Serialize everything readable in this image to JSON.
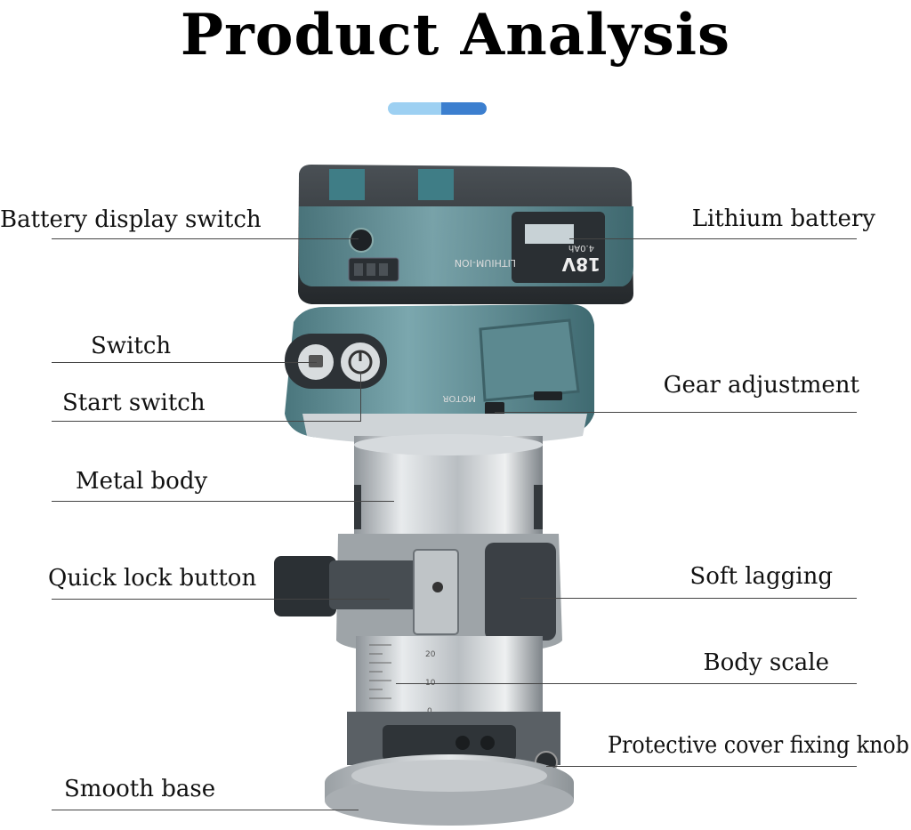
{
  "title": "Product Analysis",
  "colors": {
    "accent_light": "#9dd0f2",
    "accent_dark": "#3c7fcf",
    "body_teal": "#5f8e96",
    "battery_dark": "#2f3438",
    "metal": "#c9cdd0"
  },
  "labels": {
    "battery_display_switch": "Battery display switch",
    "switch": "Switch",
    "start_switch": "Start switch",
    "metal_body": "Metal body",
    "quick_lock_button": "Quick lock button",
    "smooth_base": "Smooth base",
    "lithium_battery": "Lithium battery",
    "gear_adjustment": "Gear adjustment",
    "soft_lagging": "Soft lagging",
    "body_scale": "Body scale",
    "protective_cover_fixing_knob": "Protective cover fixing knob"
  },
  "product_markings": {
    "voltage": "18V",
    "capacity": "4.0Ah",
    "battery_type": "LITHIUM-ION",
    "motor_text": "MOTOR",
    "scale_20": "20",
    "scale_10": "10",
    "scale_0": "0"
  }
}
